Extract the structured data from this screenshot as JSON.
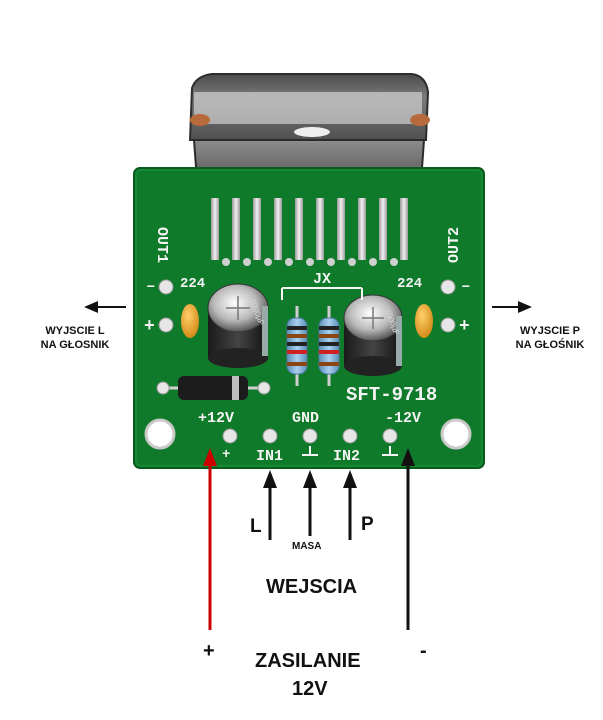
{
  "board": {
    "out_left": "OUT1",
    "out_right": "OUT2",
    "cap_left": "224",
    "cap_right": "224",
    "jumper": "JX",
    "model": "SFT-9718",
    "plus12": "+12V",
    "gnd": "GND",
    "minus12": "-12V",
    "in1": "IN1",
    "in2": "IN2",
    "plus_small": "+",
    "minus_small": "–",
    "cap_text_l": "1000µF",
    "cap_text_r": "1000µF"
  },
  "labels": {
    "out_left_line1": "WYJSCIE L",
    "out_left_line2": "NA GŁOSNIK",
    "out_right_line1": "WYJSCIE P",
    "out_right_line2": "NA GŁOŚNIK",
    "input_l": "L",
    "input_p": "P",
    "masa": "MASA",
    "wejscia": "WEJSCIA",
    "plus": "+",
    "minus": "-",
    "zasilanie": "ZASILANIE",
    "voltage": "12V"
  },
  "colors": {
    "pcb": "#0f7a2a",
    "silkscreen": "#f4f4f4",
    "heatsink": "#6a6a6a",
    "power_arrow": "#cc0000",
    "arrow": "#111111"
  }
}
